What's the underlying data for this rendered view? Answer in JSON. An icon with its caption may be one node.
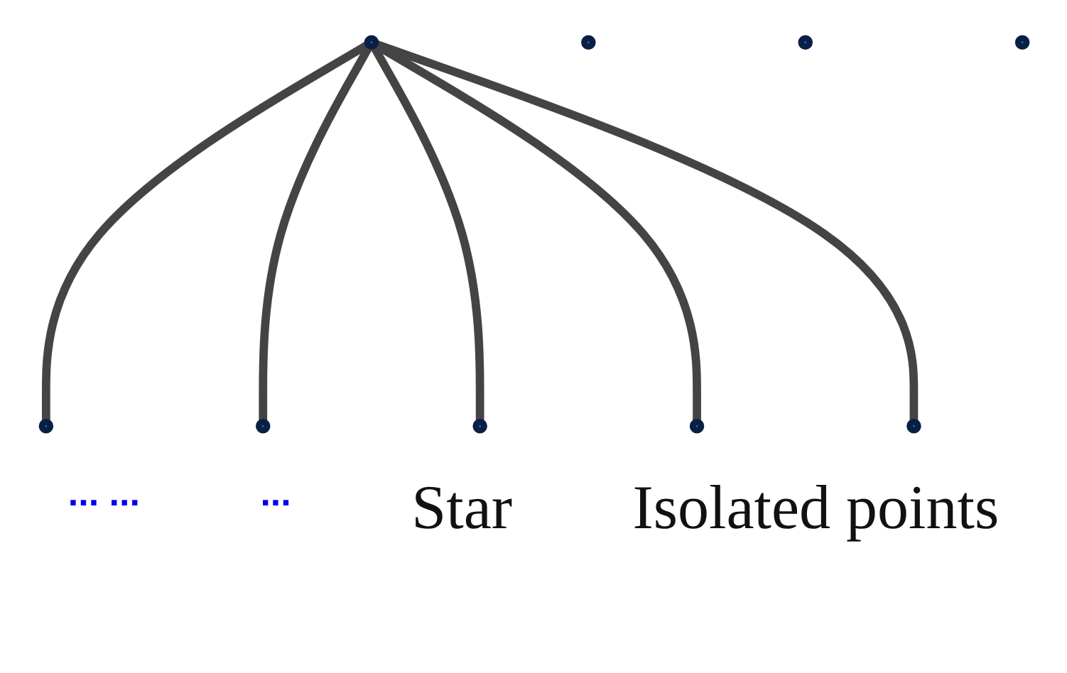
{
  "diagram": {
    "nodes": [
      {
        "text": [],
        "shape": "circle"
      },
      {
        "text": [],
        "shape": "circle"
      },
      {
        "text": [],
        "shape": "circle"
      },
      {
        "text": [],
        "shape": "circle"
      },
      {
        "text": [],
        "shape": "circle"
      },
      {
        "text": [],
        "shape": "circle"
      },
      {
        "text": [],
        "shape": "circle"
      },
      {
        "text": [],
        "shape": "circle"
      },
      {
        "text": [],
        "shape": "circle"
      }
    ],
    "edges": [
      {
        "from": 3,
        "to": 0,
        "arrow": "none"
      },
      {
        "from": 3,
        "to": 1,
        "arrow": "none"
      },
      {
        "from": 3,
        "to": 2,
        "arrow": "none"
      },
      {
        "from": 3,
        "to": 4,
        "arrow": "none"
      },
      {
        "from": 3,
        "to": 5,
        "arrow": "none"
      }
    ],
    "labels": [
      "... ...",
      "...",
      "Star",
      "Isolated points"
    ]
  }
}
